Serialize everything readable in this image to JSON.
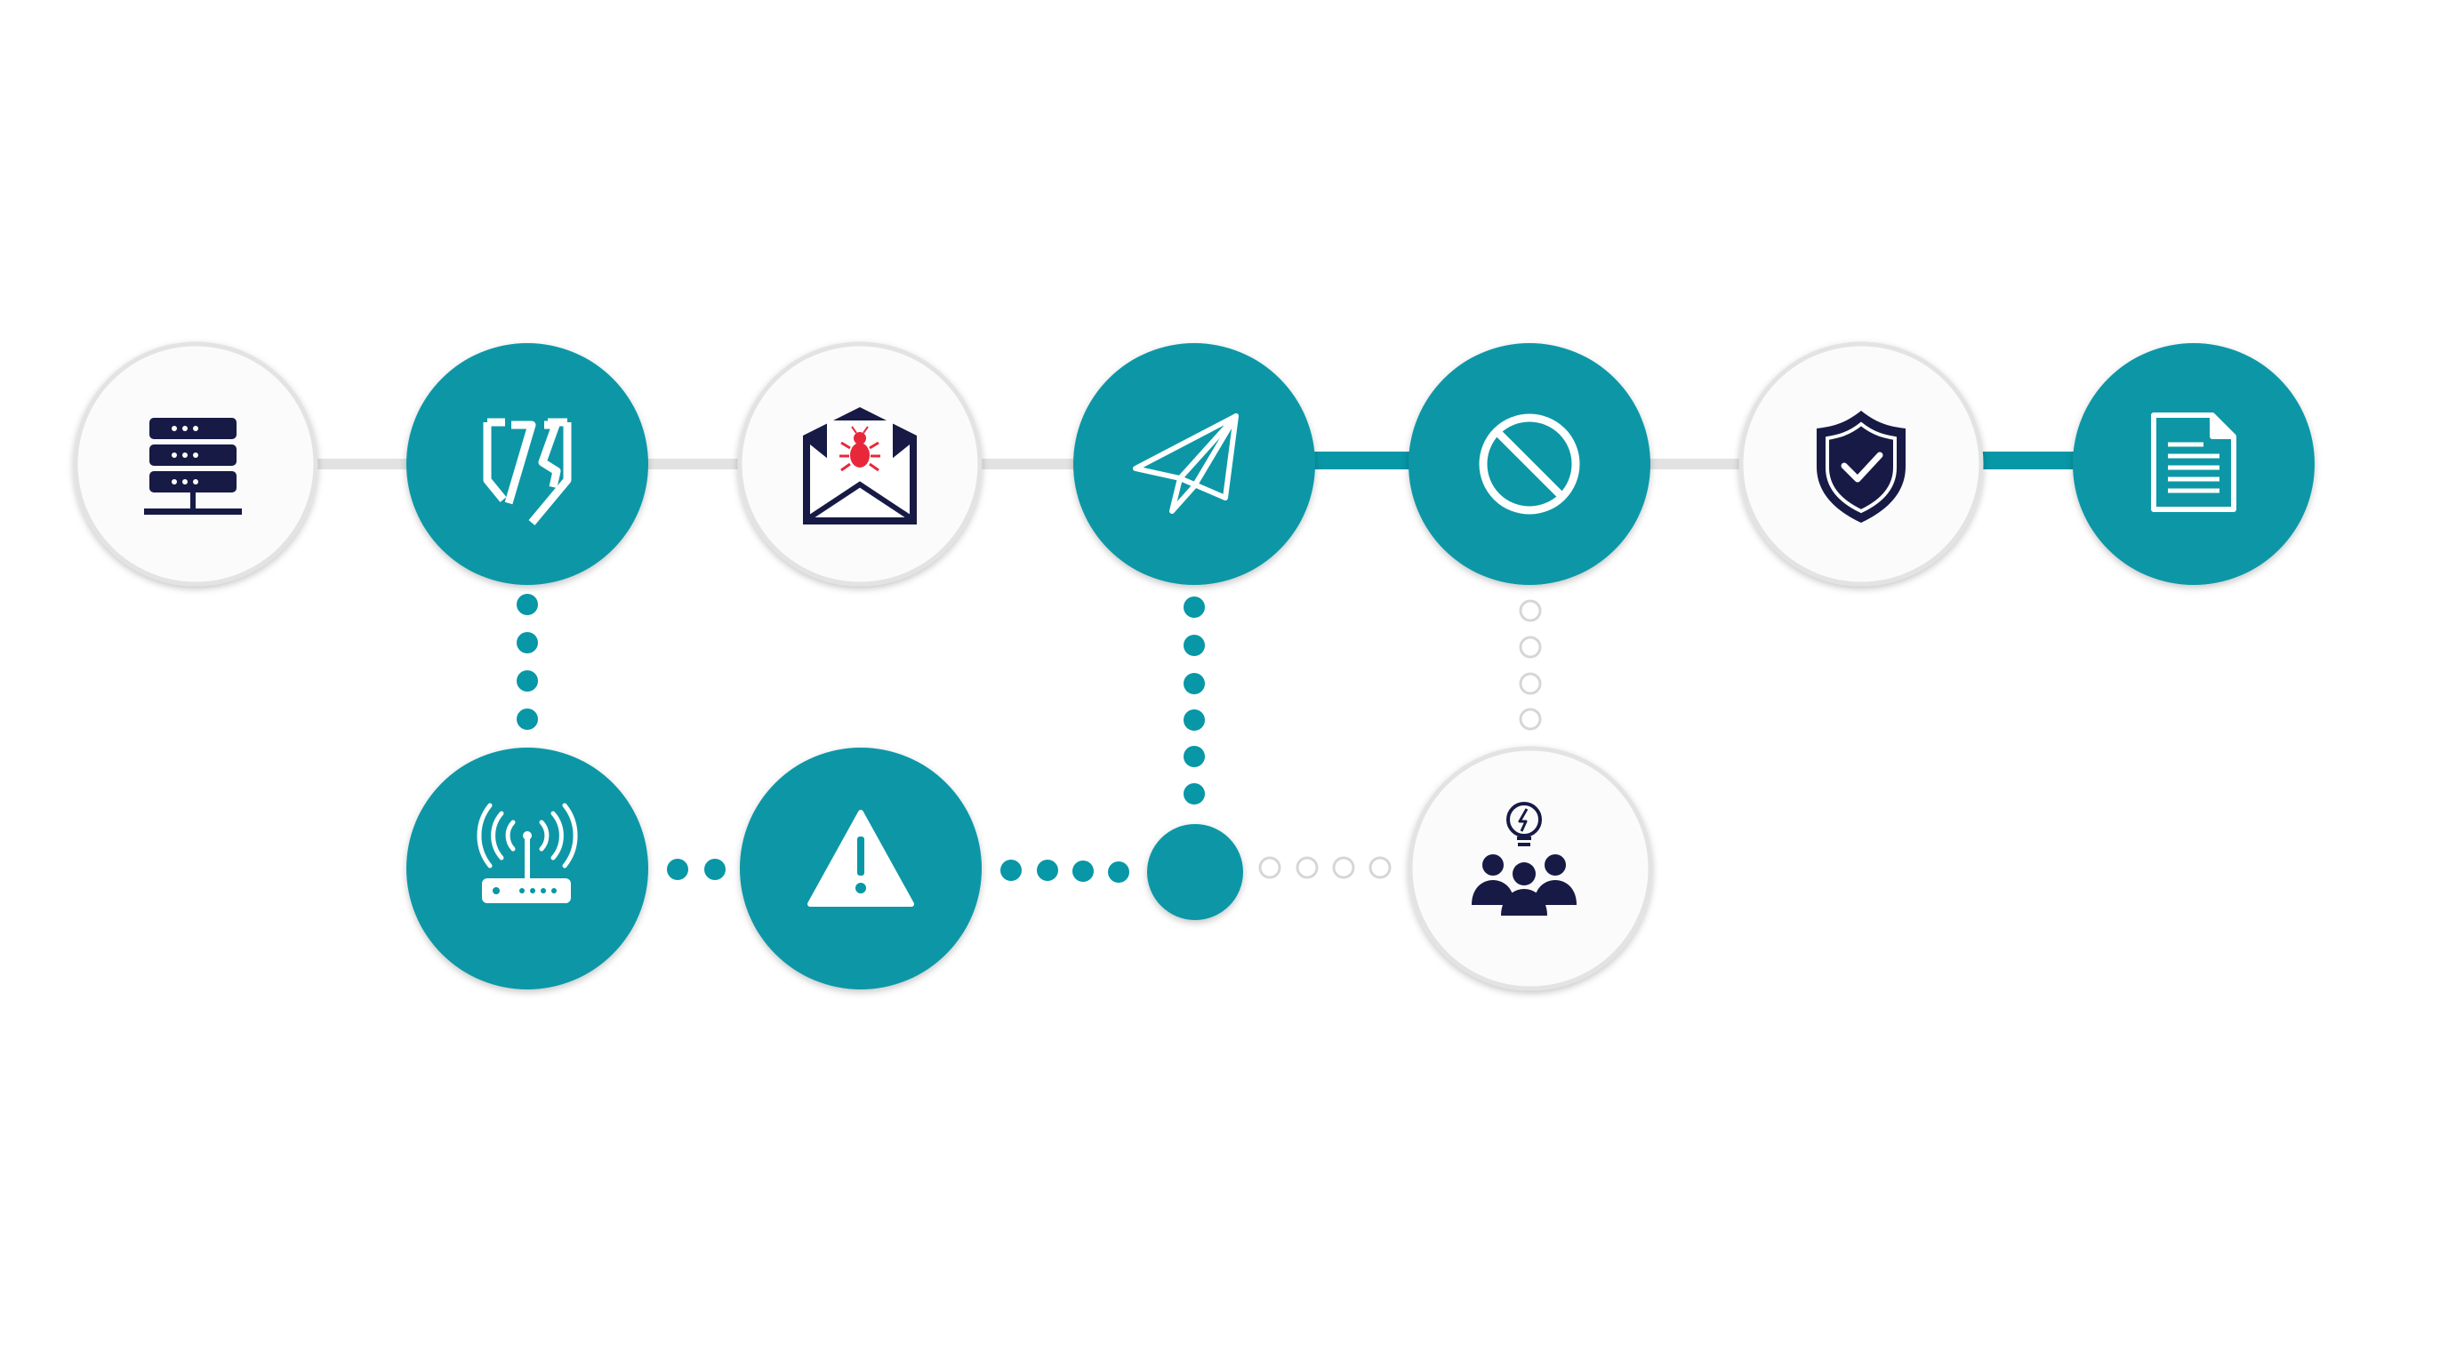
{
  "colors": {
    "teal": "#0797A6",
    "teal_dark": "#05828F",
    "node_white": "#FBFBFB",
    "ring_gray": "#E3E3E3",
    "line_gray": "#E2E2E2",
    "dot_gray_stroke": "#D6D6D6",
    "icon_navy": "#171A45",
    "bug_red": "#E8283A",
    "icon_white": "#FFFFFF"
  },
  "nodes": [
    {
      "id": "server",
      "icon": "server-rack-icon",
      "style": "white"
    },
    {
      "id": "firewall",
      "icon": "shield-slash-icon",
      "style": "teal"
    },
    {
      "id": "malware-email",
      "icon": "envelope-bug-icon",
      "style": "white"
    },
    {
      "id": "send",
      "icon": "paper-plane-icon",
      "style": "teal"
    },
    {
      "id": "block",
      "icon": "prohibited-icon",
      "style": "teal"
    },
    {
      "id": "protected",
      "icon": "shield-check-icon",
      "style": "white"
    },
    {
      "id": "report",
      "icon": "document-icon",
      "style": "teal"
    },
    {
      "id": "router",
      "icon": "wifi-router-icon",
      "style": "teal"
    },
    {
      "id": "alert",
      "icon": "warning-triangle-icon",
      "style": "teal"
    },
    {
      "id": "junction",
      "icon": "",
      "style": "teal-small"
    },
    {
      "id": "team",
      "icon": "team-idea-icon",
      "style": "white"
    }
  ],
  "connectors": [
    {
      "from": "server",
      "to": "firewall",
      "kind": "gray-line"
    },
    {
      "from": "firewall",
      "to": "malware-email",
      "kind": "gray-line"
    },
    {
      "from": "malware-email",
      "to": "send",
      "kind": "gray-line"
    },
    {
      "from": "send",
      "to": "block",
      "kind": "teal-line"
    },
    {
      "from": "block",
      "to": "protected",
      "kind": "gray-line"
    },
    {
      "from": "protected",
      "to": "report",
      "kind": "teal-line"
    },
    {
      "from": "firewall",
      "to": "router",
      "kind": "teal-dots"
    },
    {
      "from": "router",
      "to": "alert",
      "kind": "teal-dots"
    },
    {
      "from": "alert",
      "to": "junction",
      "kind": "teal-dots"
    },
    {
      "from": "send",
      "to": "junction",
      "kind": "teal-dots"
    },
    {
      "from": "junction",
      "to": "team",
      "kind": "gray-dots"
    },
    {
      "from": "block",
      "to": "team",
      "kind": "gray-dots"
    }
  ]
}
